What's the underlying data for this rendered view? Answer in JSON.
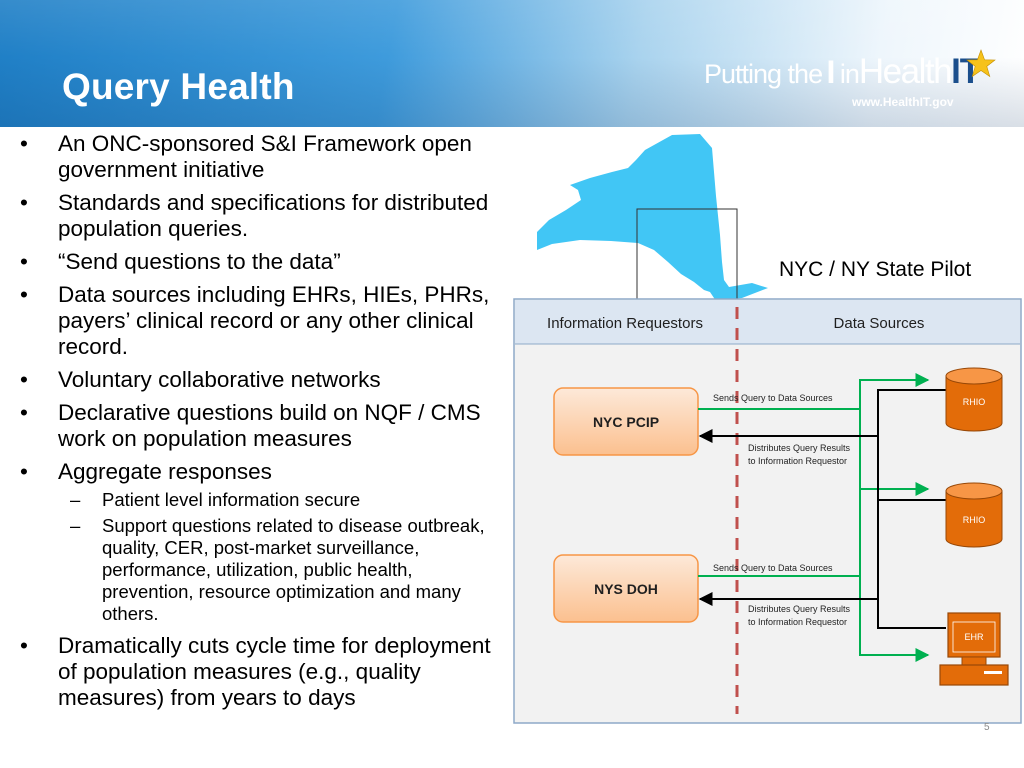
{
  "slide": {
    "title": "Query Health",
    "brand": {
      "part1": "Putting the",
      "part2": "I",
      "part3": "in",
      "part4": "Health",
      "part5": "IT",
      "url": "www.HealthIT.gov"
    },
    "page_number": "5"
  },
  "bullets": [
    {
      "text": "An ONC-sponsored S&I Framework open government initiative"
    },
    {
      "text": "Standards and specifications for distributed population queries."
    },
    {
      "text": "“Send questions to the data”"
    },
    {
      "text": "Data sources including EHRs, HIEs, PHRs, payers’ clinical record or any other clinical record."
    },
    {
      "text": "Voluntary collaborative networks"
    },
    {
      "text": "Declarative questions build on NQF / CMS work on population measures"
    },
    {
      "text": "Aggregate responses"
    },
    {
      "text": "Dramatically cuts cycle time for deployment of population measures (e.g., quality measures) from years to days"
    }
  ],
  "sub_bullets": [
    {
      "text": "Patient level information secure"
    },
    {
      "text": "Support questions related to disease outbreak, quality, CER, post-market surveillance, performance, utilization, public health, prevention, resource optimization and many others."
    }
  ],
  "diagram": {
    "pilot_caption": "NYC / NY State Pilot",
    "header_left": "Information Requestors",
    "header_right": "Data Sources",
    "requestor_1": "NYC PCIP",
    "requestor_2": "NYS DOH",
    "send_query_1": "Sends Query to Data Sources",
    "send_query_2": "Sends Query to Data Sources",
    "results_1_line1": "Distributes Query Results",
    "results_1_line2": "to Information Requestor",
    "results_2_line1": "Distributes Query Results",
    "results_2_line2": "to Information Requestor",
    "source_1": "RHIO",
    "source_2": "RHIO",
    "source_3": "EHR",
    "colors": {
      "orange": "#e36c09",
      "light_orange": "#fcd5b5",
      "green": "#00b050",
      "red_dash": "#c0504d",
      "state_blue": "#41c6f5"
    }
  }
}
